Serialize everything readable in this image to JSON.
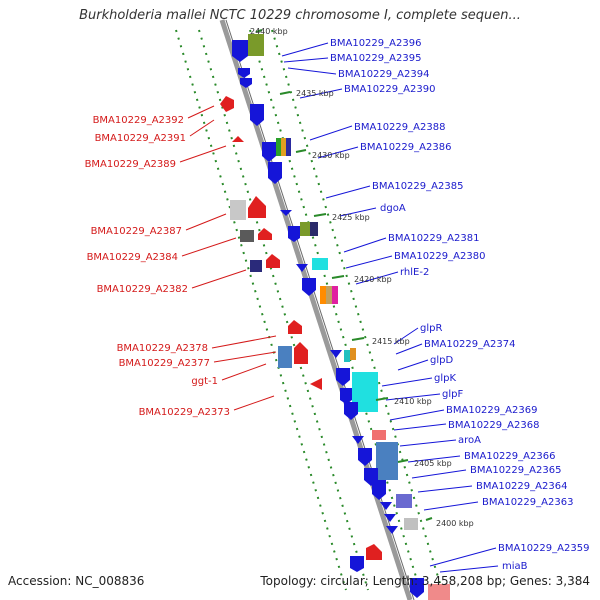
{
  "header": {
    "title": "Burkholderia mallei NCTC 10229 chromosome I, complete sequen..."
  },
  "footer": {
    "accession": "Accession: NC_008836",
    "topology": "Topology: circular; Length: 3,458,208 bp; Genes: 3,384"
  },
  "colors": {
    "forward_label": "#1a1acc",
    "reverse_label": "#d41a1a",
    "backbone": "#8a8a8a",
    "tick": "#2a8a2a"
  },
  "ticks": [
    "2440 kbp",
    "2435 kbp",
    "2430 kbp",
    "2425 kbp",
    "2420 kbp",
    "2415 kbp",
    "2410 kbp",
    "2405 kbp",
    "2400 kbp"
  ],
  "forward_labels": [
    "BMA10229_A2396",
    "BMA10229_A2395",
    "BMA10229_A2394",
    "BMA10229_A2390",
    "BMA10229_A2388",
    "BMA10229_A2386",
    "BMA10229_A2385",
    "dgoA",
    "BMA10229_A2381",
    "BMA10229_A2380",
    "rhlE-2",
    "glpR",
    "BMA10229_A2374",
    "glpD",
    "glpK",
    "glpF",
    "BMA10229_A2369",
    "BMA10229_A2368",
    "aroA",
    "BMA10229_A2366",
    "BMA10229_A2365",
    "BMA10229_A2364",
    "BMA10229_A2363",
    "BMA10229_A2359",
    "miaB"
  ],
  "reverse_labels": [
    "BMA10229_A2392",
    "BMA10229_A2391",
    "BMA10229_A2389",
    "BMA10229_A2387",
    "BMA10229_A2384",
    "BMA10229_A2382",
    "BMA10229_A2378",
    "BMA10229_A2377",
    "ggt-1",
    "BMA10229_A2373"
  ]
}
